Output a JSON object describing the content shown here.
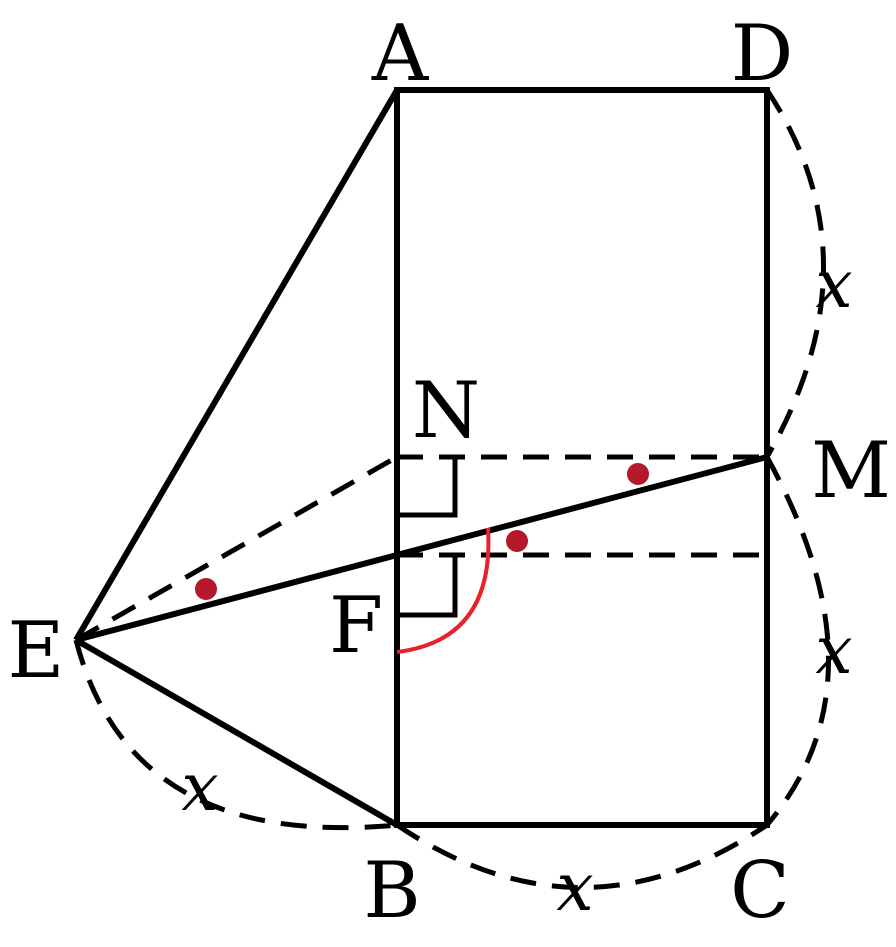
{
  "diagram": {
    "points": {
      "A": "A",
      "D": "D",
      "N": "N",
      "M": "M",
      "F": "F",
      "E": "E",
      "B": "B",
      "C": "C"
    },
    "side_labels": {
      "dm": "x",
      "mc": "x",
      "eb": "x",
      "bc": "x"
    },
    "colors": {
      "stroke": "#000000",
      "angle_arc": "#e8212b",
      "equal_angle_dot": "#b5172b"
    }
  }
}
